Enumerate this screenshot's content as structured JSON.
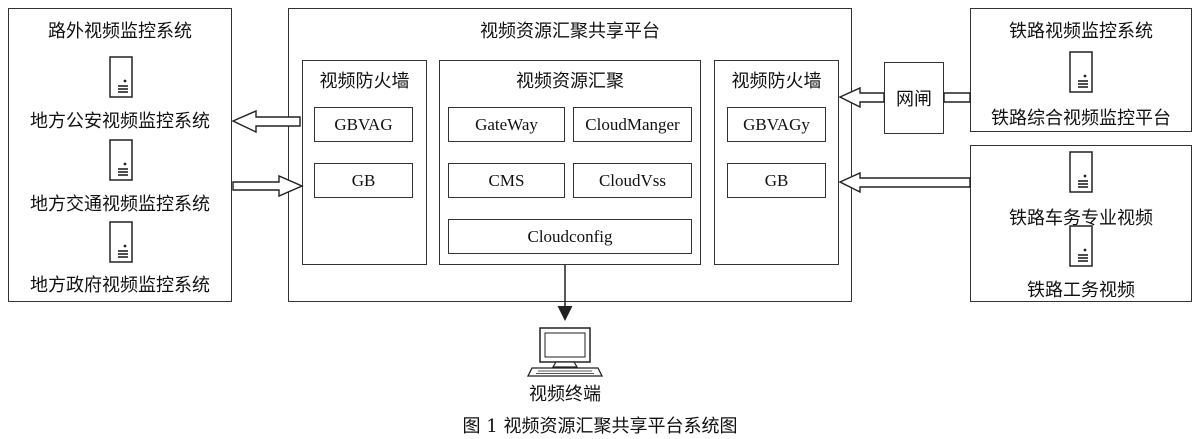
{
  "left_panel": {
    "title": "路外视频监控系统",
    "systems": [
      "地方公安视频监控系统",
      "地方交通视频监控系统",
      "地方政府视频监控系统"
    ]
  },
  "center_panel": {
    "title": "视频资源汇聚共享平台",
    "left_firewall": {
      "title": "视频防火墙",
      "modules": [
        "GBVAG",
        "GB"
      ]
    },
    "aggregation": {
      "title": "视频资源汇聚",
      "modules": [
        "GateWay",
        "CloudManger",
        "CMS",
        "CloudVss",
        "Cloudconfig"
      ]
    },
    "right_firewall": {
      "title": "视频防火墙",
      "modules": [
        "GBVAGy",
        "GB"
      ]
    }
  },
  "gateway_label": "网闸",
  "right_top_panel": {
    "title": "铁路视频监控系统",
    "system": "铁路综合视频监控平台"
  },
  "right_bottom_panel": {
    "systems": [
      "铁路车务专业视频",
      "铁路工务视频"
    ]
  },
  "terminal_label": "视频终端",
  "caption": "图 1    视频资源汇聚共享平台系统图",
  "icons": {
    "server": "server-icon",
    "terminal": "monitor-icon"
  }
}
